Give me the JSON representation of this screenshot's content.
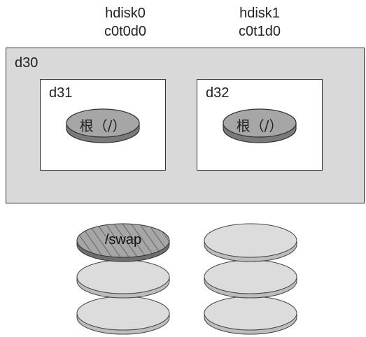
{
  "disks": [
    {
      "name": "hdisk0",
      "device": "c0t0d0"
    },
    {
      "name": "hdisk1",
      "device": "c0t1d0"
    }
  ],
  "mirror": {
    "name": "d30",
    "submirrors": [
      {
        "name": "d31",
        "slice_label": "根（/）"
      },
      {
        "name": "d32",
        "slice_label": "根（/）"
      }
    ]
  },
  "swap_label": "/swap"
}
